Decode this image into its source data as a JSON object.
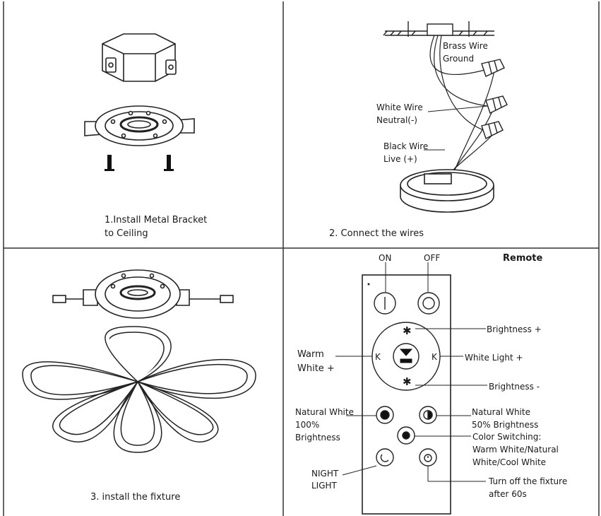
{
  "panel1": {
    "caption_line1": "1.Install Metal Bracket",
    "caption_line2": "to Ceiling"
  },
  "panel2": {
    "caption": "2. Connect the wires",
    "brass_line1": "Brass Wire",
    "brass_line2": "Ground",
    "white_line1": "White Wire",
    "white_line2": "Neutral(-)",
    "black_line1": "Black Wire",
    "black_line2": "Live (+)"
  },
  "panel3": {
    "caption": "3. install the fixture"
  },
  "panel4": {
    "title": "Remote",
    "on": "ON",
    "off": "OFF",
    "brightness_up": "Brightness +",
    "brightness_down": "Brightness -",
    "white_light": "White Light +",
    "warm_line1": "Warm",
    "warm_line2": "White +",
    "nat100_line1": "Natural White",
    "nat100_line2": "100%",
    "nat100_line3": "Brightness",
    "nat50_line1": "Natural White",
    "nat50_line2": "50% Brightness",
    "color_line1": "Color Switching:",
    "color_line2": "Warm White/Natural",
    "color_line3": "White/Cool White",
    "night_line1": "NIGHT",
    "night_line2": "LIGHT",
    "off60_line1": "Turn off the fixture",
    "off60_line2": "after 60s",
    "key_left": "K",
    "key_right": "K"
  }
}
